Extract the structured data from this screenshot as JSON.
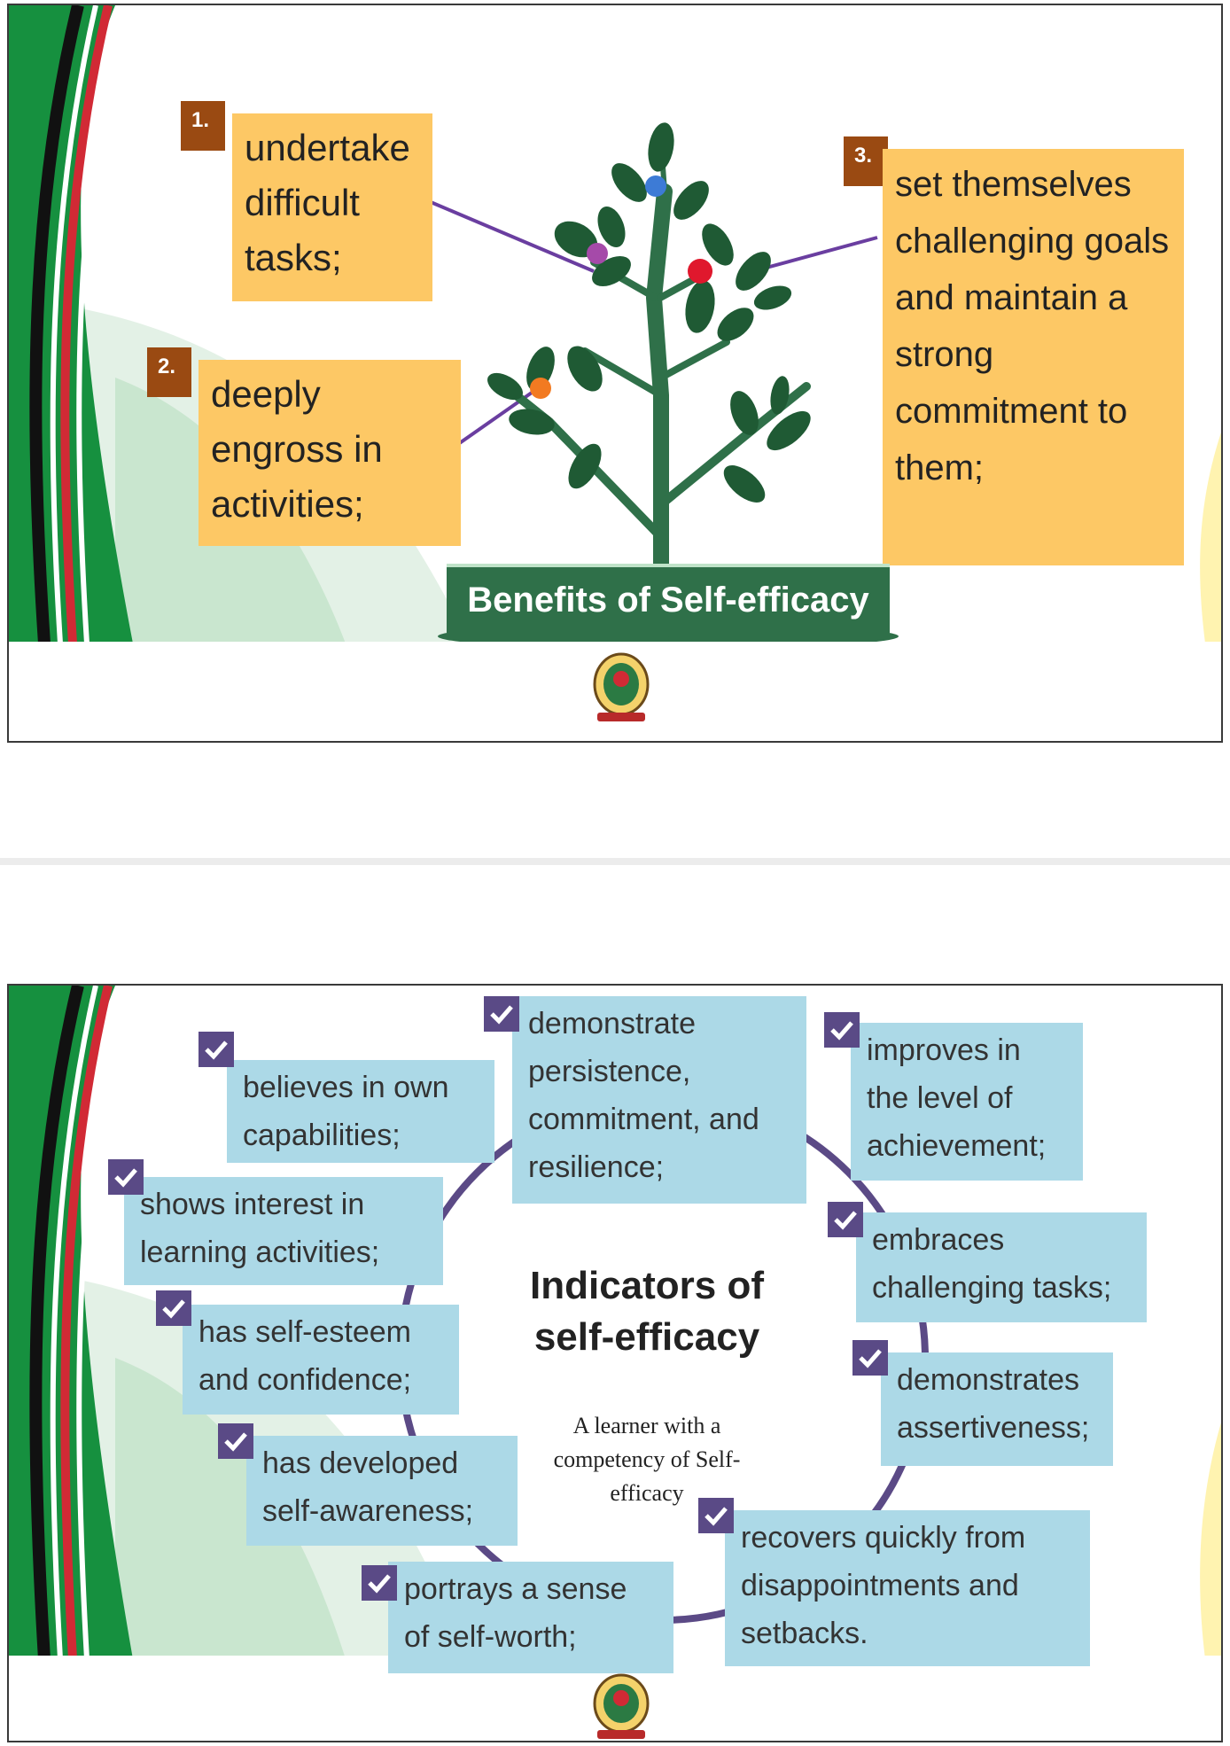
{
  "slide1": {
    "title": "Benefits of Self-efficacy",
    "items": [
      {
        "number": "1.",
        "text": "undertake difficult tasks;"
      },
      {
        "number": "2.",
        "text": "deeply engross in activities;"
      },
      {
        "number": "3.",
        "text": "set themselves challenging goals and maintain a strong commitment to them;"
      }
    ]
  },
  "slide2": {
    "title": "Indicators of self-efficacy",
    "subtitle": "A learner with a competency of Self-efficacy",
    "indicators": [
      "believes in own capabilities;",
      "demonstrate persistence, commitment, and resilience;",
      "improves in the level of achievement;",
      "shows interest in learning activities;",
      "embraces challenging tasks;",
      "has self-esteem and confidence;",
      "demonstrates assertiveness;",
      "has developed self-awareness;",
      "recovers quickly from disappointments and setbacks.",
      "portrays a sense of self-worth;"
    ]
  },
  "colors": {
    "green": "#2f7049",
    "yellow_box": "#fdc865",
    "number_badge": "#9a4a12",
    "blue_box": "#acd9e7",
    "check_badge": "#5a4a86",
    "ring": "#5b4a86"
  }
}
